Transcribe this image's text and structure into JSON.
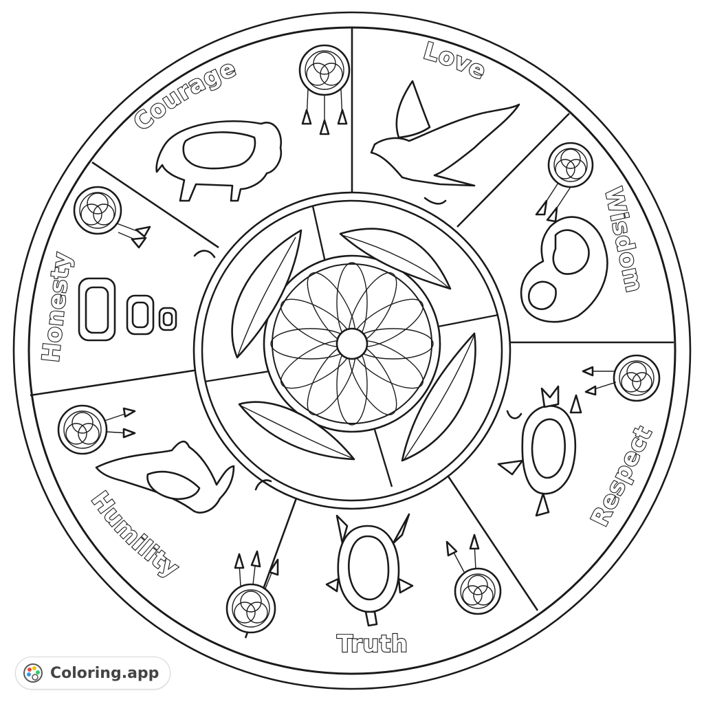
{
  "wheel": {
    "labels": {
      "courage": "Courage",
      "love": "Love",
      "wisdom": "Wisdom",
      "respect": "Respect",
      "truth": "Truth",
      "humility": "Humility",
      "honesty": "Honesty"
    }
  },
  "watermark": {
    "text": "Coloring.app",
    "icon": "palette-icon"
  }
}
